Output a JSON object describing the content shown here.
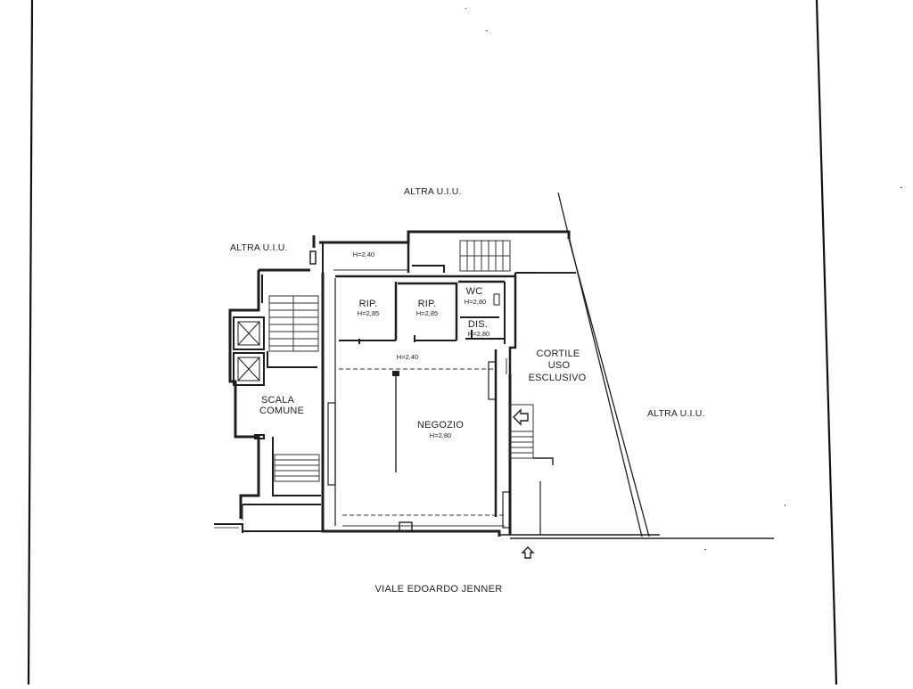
{
  "labels": {
    "altra_top": "ALTRA U.I.U.",
    "altra_left": "ALTRA U.I.U.",
    "altra_right": "ALTRA U.I.U.",
    "scala_1": "SCALA",
    "scala_2": "COMUNE",
    "cortile_1": "CORTILE",
    "cortile_2": "USO",
    "cortile_3": "ESCLUSIVO",
    "negozio": "NEGOZIO",
    "negozio_h": "H=2,80",
    "rip1": "RIP.",
    "rip1_h": "H=2,85",
    "rip2": "RIP.",
    "rip2_h": "H=2,85",
    "wc": "WC",
    "wc_h": "H=2,80",
    "dis": "DIS.",
    "dis_h": "H=2,80",
    "h_top": "H=2,40",
    "h_mid": "H=2,40",
    "street": "VIALE EDOARDO JENNER"
  },
  "icons": {
    "entrance_bottom": "arrow-up-entrance",
    "entrance_side": "arrow-left-entrance"
  }
}
